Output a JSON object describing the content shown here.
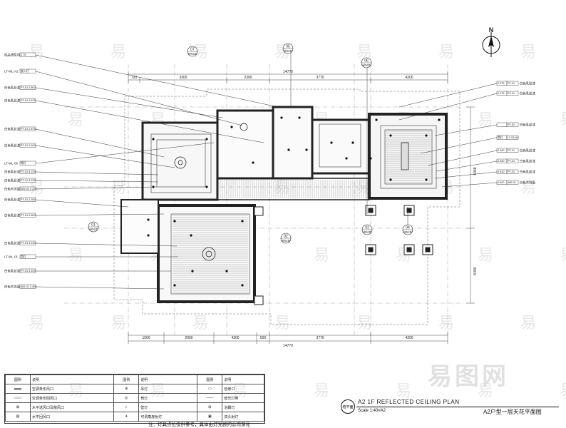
{
  "drawing": {
    "title_en": "A2 1F REFLECTED CEILING PLAN",
    "scale": "Scale 1:40#A2",
    "title_cn": "A2户型一层天花平面图",
    "note": "注：灯具点位仅供参考，具体由灯光顾问公司深化",
    "stamp": "结平面",
    "north": "N",
    "watermark": "易",
    "logo_watermark": "易图网"
  },
  "dimensions": {
    "top_total": "14770",
    "top_segments": [
      "720",
      "3300",
      "2300",
      "3770",
      "4200"
    ],
    "bottom_total": "14770",
    "bottom_segments": [
      "1500",
      "2000",
      "4300",
      "500",
      "3770",
      "4200"
    ],
    "right_side": [
      "5448",
      "5400"
    ]
  },
  "section_markers": [
    {
      "id": "07",
      "sub": "结构立面"
    },
    {
      "id": "05",
      "sub": "结构立面"
    },
    {
      "id": "06",
      "sub": "结构立面"
    },
    {
      "id": "01",
      "sub": "结构立面"
    },
    {
      "id": "02",
      "sub": "结构立面"
    },
    {
      "id": "03",
      "sub": "结构立面"
    },
    {
      "id": "04",
      "sub": "结构立面"
    }
  ],
  "left_annotations": [
    {
      "label": "成品线性风口",
      "tag": "2.75"
    },
    {
      "label": "LT-WL-A2",
      "tag": "嵌入灯"
    },
    {
      "label": "白色乳胶漆",
      "tag": "PT-01 2.800"
    },
    {
      "label": "白色乳胶漆",
      "tag": "PT-01 2.875"
    },
    {
      "label": "白色乳胶漆",
      "tag": "PT-01 2.875"
    },
    {
      "label": "白色乳胶漆",
      "tag": "PT-01 2.600"
    },
    {
      "label": "LT-WL-05",
      "tag": "筒灯"
    },
    {
      "label": "白色乳胶漆",
      "tag": "PT-01 3.225"
    },
    {
      "label": "白色乳胶漆",
      "tag": "PT-01 3.225"
    },
    {
      "label": "白色木饰面",
      "tag": "WD-01 2.225"
    },
    {
      "label": "白色乳胶漆",
      "tag": "PT-01 2.350"
    },
    {
      "label": "白色乳胶漆",
      "tag": "PT-01 2.800"
    },
    {
      "label": "白色乳胶漆",
      "tag": "PT-01 3.100"
    },
    {
      "label": "LT-WL-01",
      "tag": "筒灯"
    },
    {
      "label": "白色乳胶漆",
      "tag": "PT-01 3.100"
    },
    {
      "label": "白色木饰面",
      "tag": "WD-01 2.400"
    }
  ],
  "right_annotations": [
    {
      "tag": "2.375",
      "code": "PT-01",
      "label": "白色乳胶漆"
    },
    {
      "tag": "2.075",
      "code": "PT-01",
      "label": "白色乳胶漆"
    },
    {
      "tag": "",
      "code": "PT-02",
      "label": "白色乳胶漆"
    },
    {
      "tag": "筒灯",
      "code": "LT-03-A2",
      "label": ""
    },
    {
      "tag": "2.460",
      "code": "PT-01",
      "label": "白色乳胶漆"
    },
    {
      "tag": "2.450",
      "code": "PT-01",
      "label": "白色乳胶漆"
    },
    {
      "tag": "2.510",
      "code": "PT-01",
      "label": "白色乳胶漆"
    },
    {
      "tag": "2.600",
      "code": "WD-01",
      "label": "白色木饰面"
    }
  ],
  "legend": {
    "headers": [
      "图例",
      "说明",
      "图例",
      "说明",
      "图例",
      "说明"
    ],
    "rows": [
      [
        "空调条形风口",
        "吊灯",
        "检修口"
      ],
      [
        "空调条形回风口",
        "筒灯",
        "暗光灯带"
      ],
      [
        "水平送风口及散风口",
        "壁灯",
        "浴霸灯"
      ],
      [
        "水平回风口",
        "可调角度射灯",
        "双头射灯"
      ]
    ]
  }
}
